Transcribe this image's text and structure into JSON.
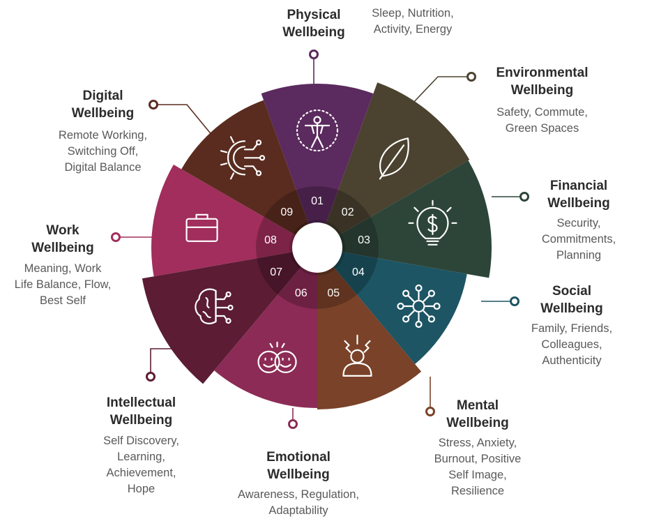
{
  "colors": {
    "physical": "#5b2a5e",
    "environmental": "#4b4230",
    "financial": "#2d4539",
    "social": "#1d5564",
    "mental": "#7a4228",
    "emotional": "#8c2b55",
    "intellectual": "#5b1c34",
    "work": "#a12e5c",
    "digital": "#5a2c1f"
  },
  "segments": [
    {
      "key": "physical",
      "number": "01",
      "icon": "vitruvian-figure-icon",
      "title": "Physical\nWellbeing",
      "desc": "Sleep, Nutrition,\nActivity, Energy"
    },
    {
      "key": "environmental",
      "number": "02",
      "icon": "leaf-icon",
      "title": "Environmental\nWellbeing",
      "desc": "Safety, Commute,\nGreen Spaces"
    },
    {
      "key": "financial",
      "number": "03",
      "icon": "lightbulb-dollar-icon",
      "title": "Financial\nWellbeing",
      "desc": "Security,\nCommitments,\nPlanning"
    },
    {
      "key": "social",
      "number": "04",
      "icon": "network-people-icon",
      "title": "Social\nWellbeing",
      "desc": "Family, Friends,\nColleagues,\nAuthenticity"
    },
    {
      "key": "mental",
      "number": "05",
      "icon": "stressed-person-icon",
      "title": "Mental\nWellbeing",
      "desc": "Stress, Anxiety,\nBurnout, Positive\nSelf Image,\nResilience"
    },
    {
      "key": "emotional",
      "number": "06",
      "icon": "smiling-faces-icon",
      "title": "Emotional\nWellbeing",
      "desc": "Awareness, Regulation,\nAdaptability"
    },
    {
      "key": "intellectual",
      "number": "07",
      "icon": "brain-circuit-icon",
      "title": "Intellectual\nWellbeing",
      "desc": "Self Discovery,\nLearning,\nAchievement,\nHope"
    },
    {
      "key": "work",
      "number": "08",
      "icon": "briefcase-icon",
      "title": "Work\nWellbeing",
      "desc": "Meaning, Work\nLife Balance, Flow,\nBest Self"
    },
    {
      "key": "digital",
      "number": "09",
      "icon": "digital-gear-icon",
      "title": "Digital\nWellbeing",
      "desc": "Remote Working,\nSwitching Off,\nDigital Balance"
    }
  ]
}
